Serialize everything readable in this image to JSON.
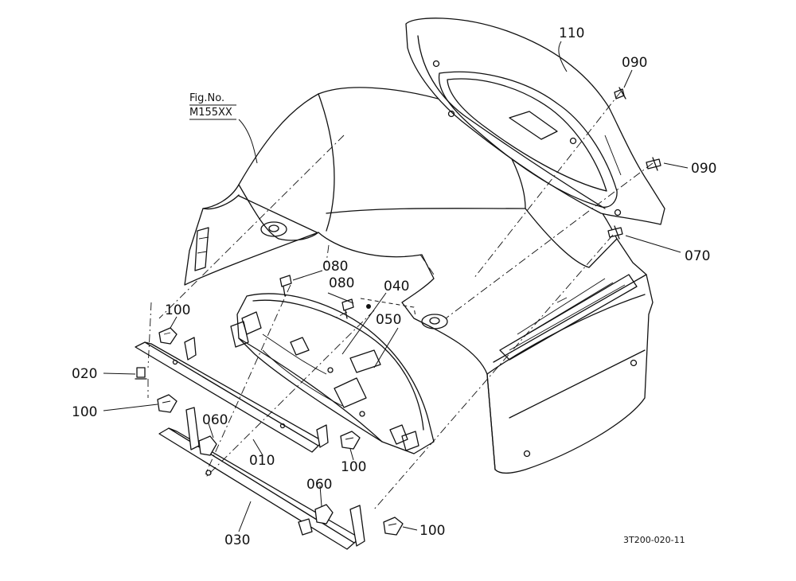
{
  "figure_reference": {
    "line1": "Fig.No.",
    "line2": "M155XX"
  },
  "drawing_code": "3T200-020-11",
  "callouts": [
    {
      "id": "110",
      "label": "110"
    },
    {
      "id": "090a",
      "label": "090"
    },
    {
      "id": "090b",
      "label": "090"
    },
    {
      "id": "070",
      "label": "070"
    },
    {
      "id": "080a",
      "label": "080"
    },
    {
      "id": "080b",
      "label": "080"
    },
    {
      "id": "040",
      "label": "040"
    },
    {
      "id": "050",
      "label": "050"
    },
    {
      "id": "100a",
      "label": "100"
    },
    {
      "id": "020",
      "label": "020"
    },
    {
      "id": "100b",
      "label": "100"
    },
    {
      "id": "060a",
      "label": "060"
    },
    {
      "id": "010",
      "label": "010"
    },
    {
      "id": "100c",
      "label": "100"
    },
    {
      "id": "060b",
      "label": "060"
    },
    {
      "id": "030",
      "label": "030"
    },
    {
      "id": "100d",
      "label": "100"
    }
  ]
}
